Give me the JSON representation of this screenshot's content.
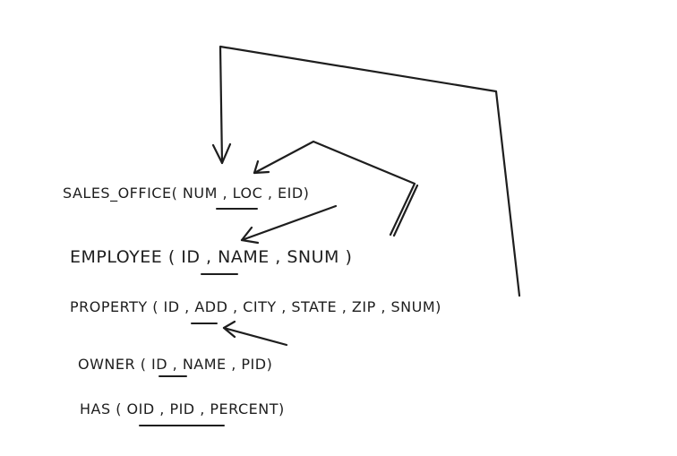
{
  "schema": {
    "relations": [
      {
        "id": "sales_office",
        "text": "SALES_OFFICE( NUM , LOC , EID)"
      },
      {
        "id": "employee",
        "text": "EMPLOYEE ( ID , NAME , SNUM )"
      },
      {
        "id": "property",
        "text": "PROPERTY ( ID , ADD , CITY , STATE , ZIP , SNUM)"
      },
      {
        "id": "owner",
        "text": "OWNER ( ID , NAME , PID)"
      },
      {
        "id": "has",
        "text": "HAS ( OID , PID , PERCENT)"
      }
    ]
  },
  "colors": {
    "ink": "#1e1e1e",
    "background": "#ffffff"
  }
}
